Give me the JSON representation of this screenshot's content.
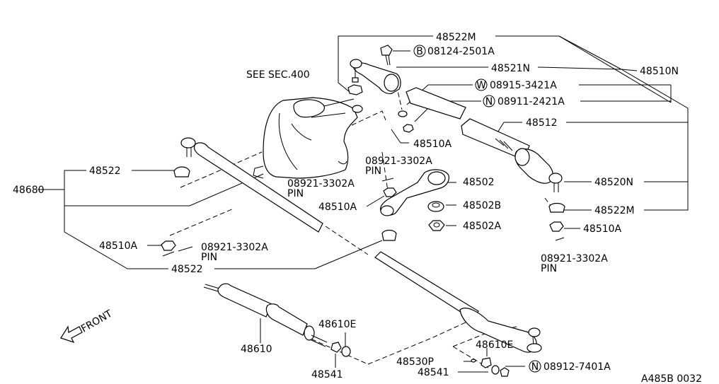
{
  "labels": {
    "p48522M_top": "48522M",
    "p08124": "08124-2501A",
    "p08124_mark": "B",
    "p48521N": "48521N",
    "p48510N": "48510N",
    "see_sec": "SEE SEC.400",
    "p08915": "08915-3421A",
    "p08915_mark": "W",
    "p08911": "08911-2421A",
    "p08911_mark": "N",
    "p48512": "48512",
    "p48510A_a": "48510A",
    "p08921_a": "08921-3302A",
    "pin_a": "PIN",
    "p48522_a": "48522",
    "p48680": "48680",
    "p48520N": "48520N",
    "p08921_b": "08921-3302A",
    "pin_b": "PIN",
    "p48502": "48502",
    "p48510A_b": "48510A",
    "p48502B": "48502B",
    "p48522M_b": "48522M",
    "p48502A": "48502A",
    "p48510A_c": "48510A",
    "p48510A_d": "48510A",
    "p08921_c": "08921-3302A",
    "pin_c": "PIN",
    "p08921_d": "08921-3302A",
    "pin_d": "PIN",
    "p48522_b": "48522",
    "front": "FRONT",
    "p48610E_a": "48610E",
    "p48610": "48610",
    "p48541_a": "48541",
    "p48610E_b": "48610E",
    "p48530P": "48530P",
    "p48541_b": "48541",
    "p08912": "08912-7401A",
    "p08912_mark": "N",
    "footer_code": "A485B 0032"
  }
}
